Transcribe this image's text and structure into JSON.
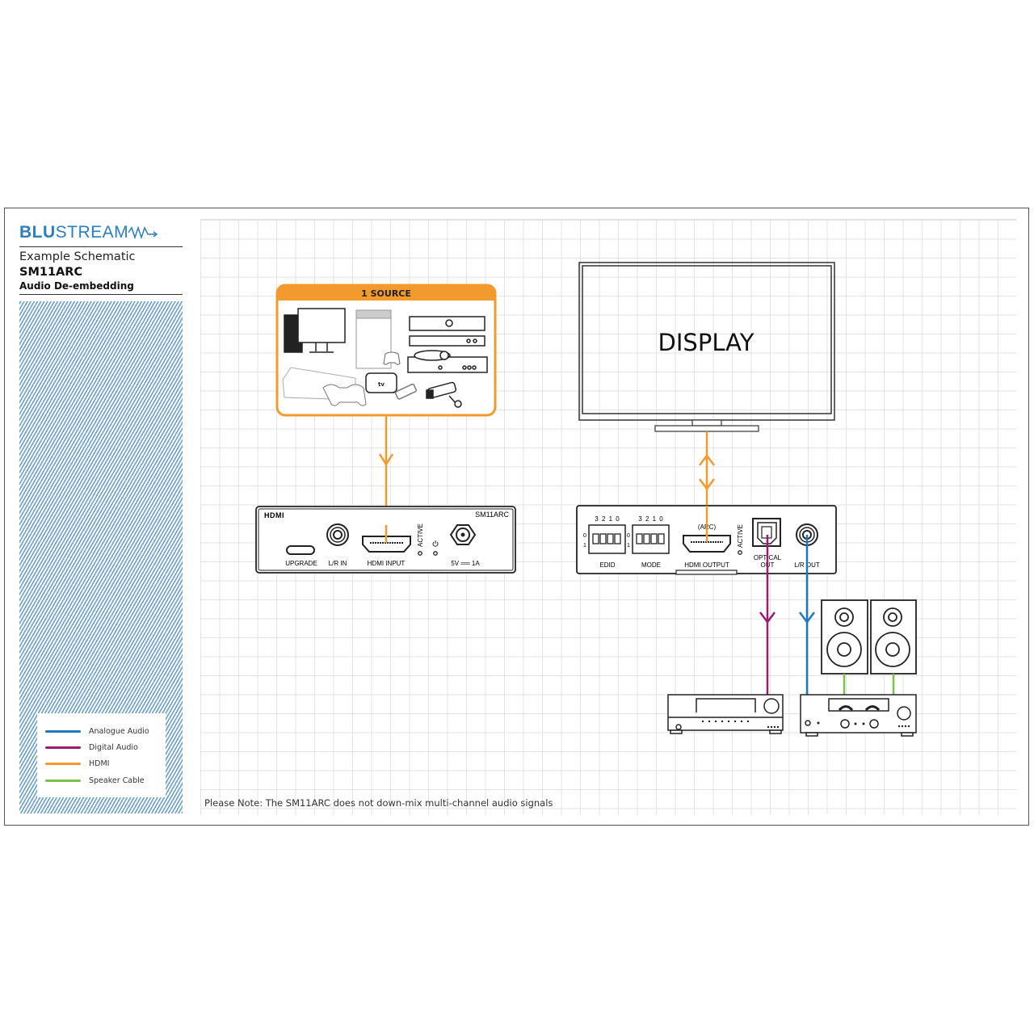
{
  "header": {
    "brand_bold": "BLU",
    "brand_rest": "STREAM",
    "title": "Example Schematic",
    "model": "SM11ARC",
    "mode": "Audio De-embedding"
  },
  "legend": {
    "items": [
      {
        "label": "Analogue Audio",
        "color": "#1f77c0"
      },
      {
        "label": "Digital Audio",
        "color": "#9b1b72"
      },
      {
        "label": "HDMI",
        "color": "#f39a2e"
      },
      {
        "label": "Speaker Cable",
        "color": "#7cc24a"
      }
    ]
  },
  "source": {
    "title": "1 SOURCE",
    "color": "#f39a2e"
  },
  "display": {
    "label": "DISPLAY"
  },
  "transmitter": {
    "brand": "HDMI",
    "model": "SM11ARC",
    "ports": {
      "upgrade": "UPGRADE",
      "lr_in": "L/R IN",
      "hdmi_input": "HDMI INPUT",
      "active": "ACTIVE",
      "power": "5V ══ 1A"
    }
  },
  "receiver": {
    "dip_numbers": "3 2 1 0",
    "dip_zero": "0",
    "dip_one": "1",
    "ports": {
      "edid": "EDID",
      "mode": "MODE",
      "arc": "(ARC)",
      "hdmi_output": "HDMI OUTPUT",
      "active": "ACTIVE",
      "optical_1": "OPTICAL",
      "optical_2": "OUT",
      "lr_out": "L/R OUT"
    }
  },
  "note": "Please Note: The SM11ARC does not down-mix multi-channel audio signals"
}
